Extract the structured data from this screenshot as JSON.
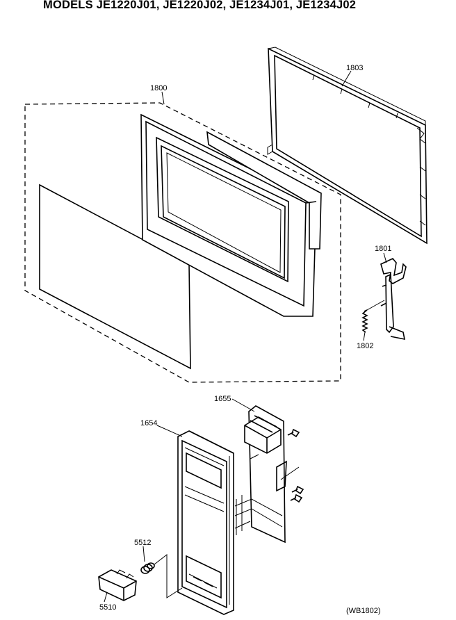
{
  "header": {
    "title": "MODELS JE1220J01, JE1220J02, JE1234J01, JE1234J02"
  },
  "parts": {
    "p1800": "1800",
    "p1803": "1803",
    "p1801": "1801",
    "p1802": "1802",
    "p1655": "1655",
    "p1654": "1654",
    "p5512": "5512",
    "p5510": "5510"
  },
  "footer": {
    "diagram_code": "(WB1802)"
  }
}
